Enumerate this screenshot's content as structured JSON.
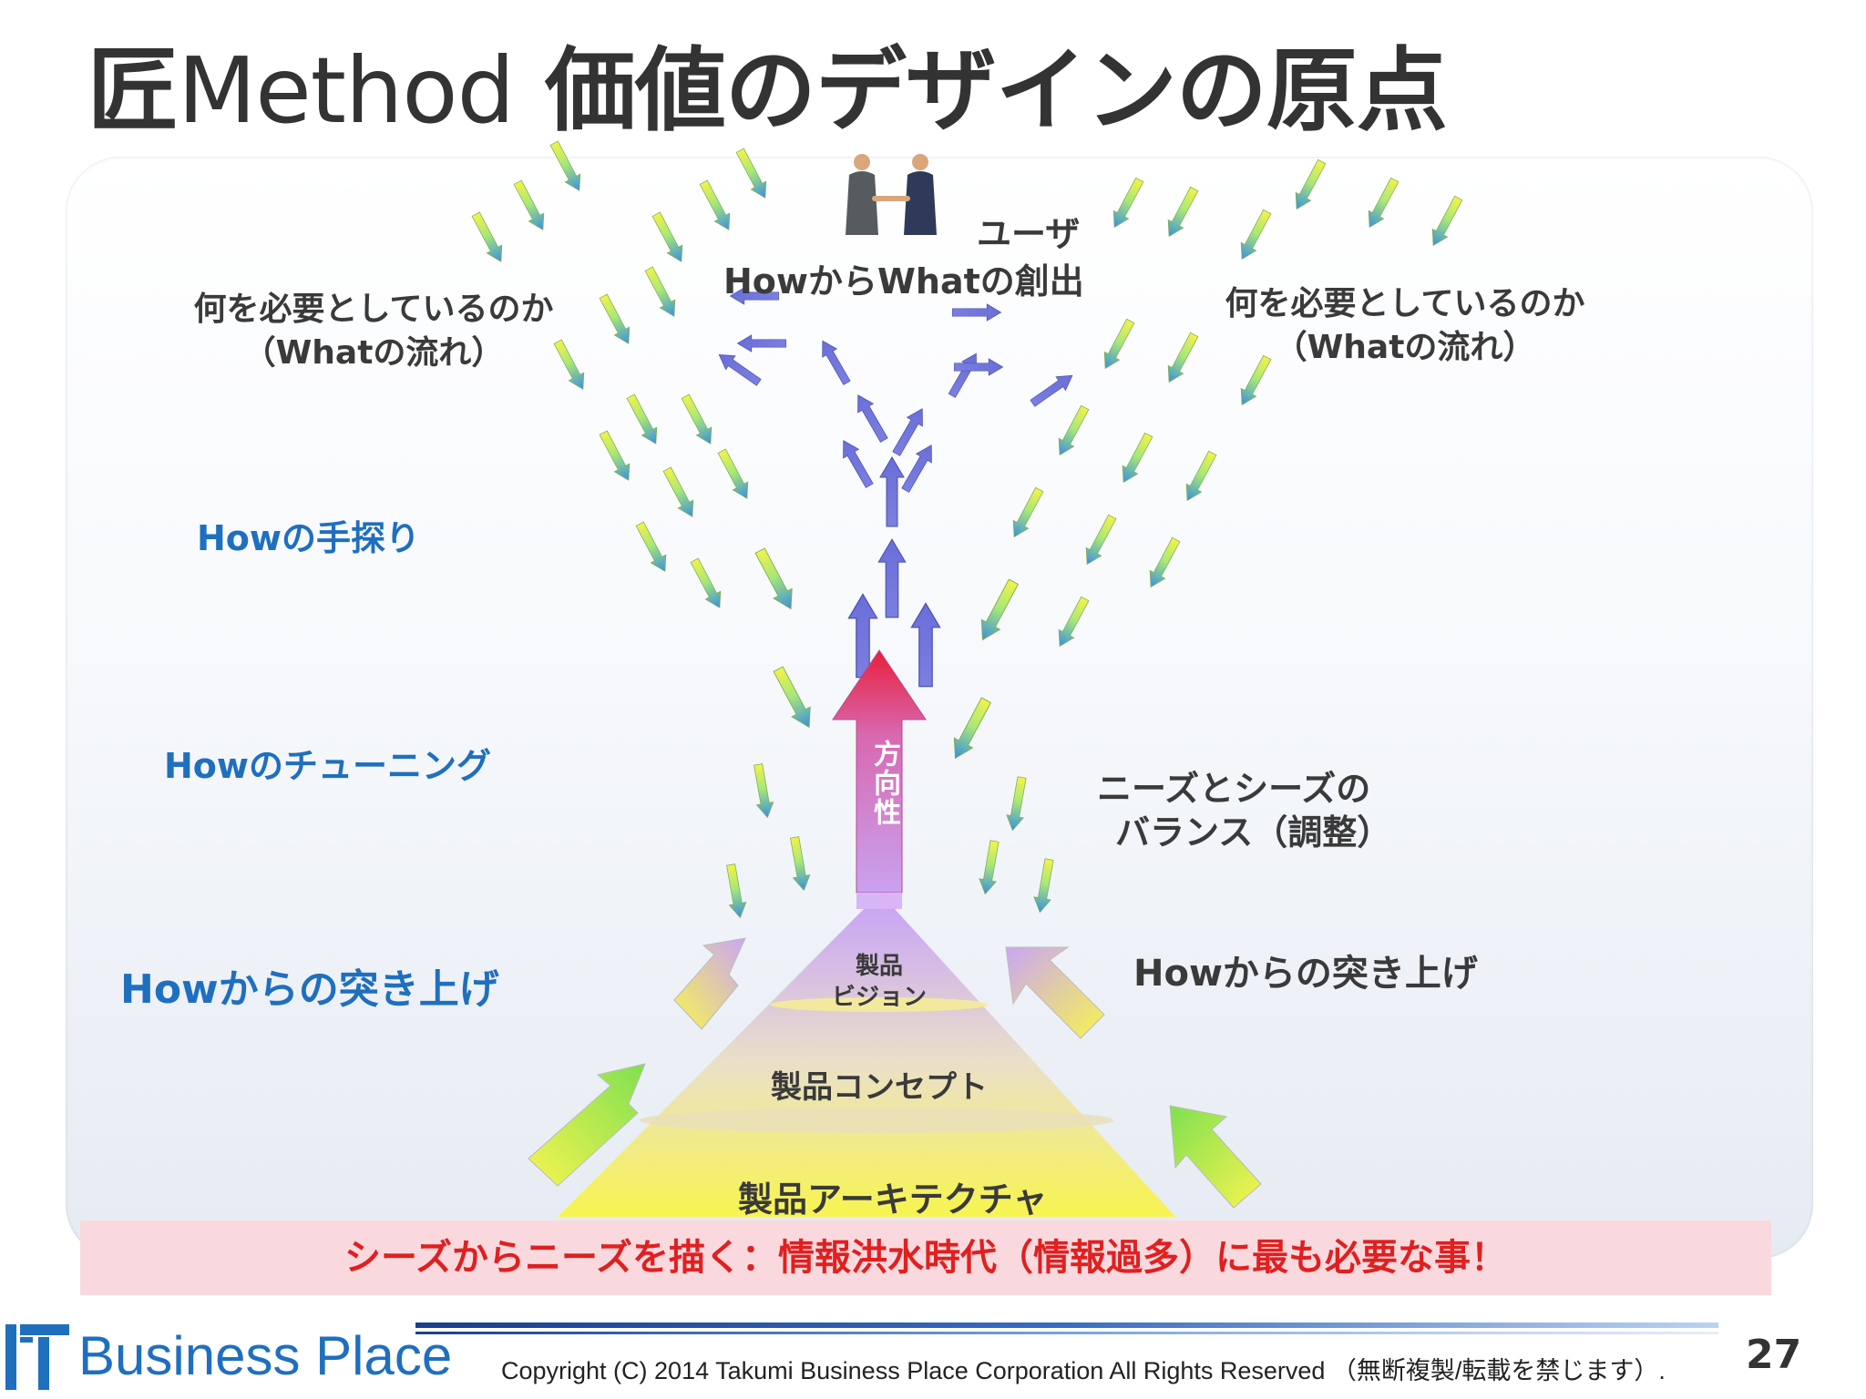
{
  "title": {
    "prefix": "匠",
    "method": "Method",
    "rest": "価値のデザインの原点"
  },
  "labels": {
    "user": "ユーザ",
    "how_to_what": "HowからWhatの創出",
    "what_left_1": "何を必要としているのか",
    "what_left_2": "（Whatの流れ）",
    "what_right_1": "何を必要としているのか",
    "what_right_2": "（Whatの流れ）",
    "how_search": "Howの手探り",
    "how_tuning": "Howのチューニング",
    "how_push_left": "Howからの突き上げ",
    "how_push_right": "Howからの突き上げ",
    "needs_seeds_1": "ニーズとシーズの",
    "needs_seeds_2": "バランス（調整）",
    "direction": "方向性",
    "vision_1": "製品",
    "vision_2": "ビジョン",
    "concept": "製品コンセプト",
    "architecture": "製品アーキテクチャ"
  },
  "banner": "シーズからニーズを描く：情報洪水時代（情報過多）に最も必要な事！",
  "footer": {
    "logo": "Business Place",
    "copyright": "Copyright (C) 2014 Takumi Business Place Corporation All Rights Reserved （無断複製/転載を禁じます）.",
    "page": "27"
  },
  "colors": {
    "label_blue": "#1f6fbf",
    "banner_text": "#e02020",
    "banner_bg": "#f9d9de"
  }
}
